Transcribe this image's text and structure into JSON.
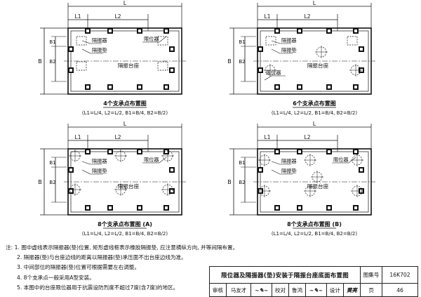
{
  "diagrams": [
    {
      "title": "4个支承点布置图",
      "formula": "(L1=L/4, L2=L/2, B1=B/4, B2=B/2)",
      "labels": {
        "L": "L",
        "L1": "L1",
        "L2": "L2",
        "B": "B",
        "B1": "B1",
        "B2": "B2",
        "pad1": "隔振器",
        "pad2": "隔振垫",
        "limiter": "限位器",
        "base": "隔振台座"
      }
    },
    {
      "title": "6个支承点布置图",
      "formula": "(L1=L/4, L2=L/2, B1=B/4, B2=B/2)",
      "labels": {
        "L": "L",
        "L1": "L1",
        "L2": "L2",
        "B": "B",
        "B1": "B1",
        "B2": "B2",
        "pad1": "隔振器",
        "pad2": "隔振垫",
        "limiter": "限位器",
        "base": "隔振台座"
      }
    },
    {
      "title": "8个支承点布置图 (A)",
      "formula": "(L1=L/4, L2=L/2, B1=B/4, B2=B/2)",
      "labels": {
        "L": "L",
        "L1": "L1",
        "L2": "L2",
        "B": "B",
        "B1": "B1",
        "B2": "B2",
        "pad1": "隔振器",
        "pad2": "隔振垫",
        "limiter": "限位器",
        "base": "隔振台座"
      }
    },
    {
      "title": "8个支承点布置图 (B)",
      "formula": "(L1=L/4, L2=L/2, B1=B/4, B2=B/2)",
      "labels": {
        "L": "L",
        "L1": "L1",
        "L2": "L2",
        "B": "B",
        "B1": "B1",
        "B2": "B2",
        "pad1": "隔振器",
        "pad2": "隔振垫",
        "limiter": "限位器",
        "base": "隔振台座"
      }
    }
  ],
  "notes": [
    "注: 1. 图中虚线表示隔振器(垫)位置, 矩形虚线框表示橡胶隔振垫, 应注意横纵方向, 并等间隔布置。",
    "2. 隔振器(垫)与台座边线的距离以隔振器(垫)承压面不出台座边线为准。",
    "3. 中间部位的隔振器(垫)位置可根据需要左右调整。",
    "4. 8个支承点一般采用A型安装。",
    "5. 本图中的台座限位器用于抗震设防烈度不超过7度(含7度)的地区。"
  ],
  "titleblock": {
    "title": "限位器及隔振器(垫)安装于隔振台座底面布置图",
    "atlas_label": "图集号",
    "atlas_no": "16K702",
    "review_label": "审核",
    "review_name": "马友才",
    "check_label": "校对",
    "check_name": "鲁鸿",
    "design_label": "设计",
    "design_name": "黄亮",
    "page_label": "页",
    "page_no": "46"
  }
}
